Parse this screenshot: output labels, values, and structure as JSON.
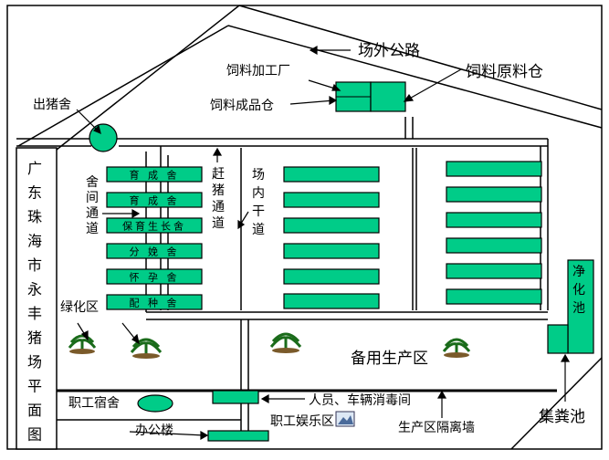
{
  "title_vertical": [
    "广",
    "东",
    "珠",
    "海",
    "市",
    "永",
    "丰",
    "猪",
    "场",
    "平",
    "面",
    "图"
  ],
  "labels": {
    "outer_road": "场外公路",
    "feed_factory": "饲料加工厂",
    "raw_material_warehouse": "饲料原料仓",
    "finished_feed_warehouse": "饲料成品仓",
    "pig_out_house": "出猪舍",
    "inter_house_passage": [
      "舍",
      "间",
      "通",
      "道"
    ],
    "pig_driving_passage": [
      "赶",
      "猪",
      "通",
      "道"
    ],
    "main_road": [
      "场",
      "内",
      "干",
      "道"
    ],
    "green_zone": "绿化区",
    "reserve_zone": "备用生产区",
    "staff_dorm": "职工宿舍",
    "disinfection_room": "人员、车辆消毒间",
    "recreation_zone": "职工娱乐区",
    "isolation_wall": "生产区隔离墙",
    "office_building": "办公楼",
    "manure_pool": "集粪池",
    "purification_pool": [
      "净",
      "化",
      "池"
    ]
  },
  "barns_left": [
    "育 成 舍",
    "育 成 舍",
    "保育生长舍",
    "分 娩 舍",
    "怀 孕 舍",
    "配 种 舍"
  ],
  "colors": {
    "building": "#00cc88",
    "stroke": "#000000",
    "wall": "#000000"
  }
}
